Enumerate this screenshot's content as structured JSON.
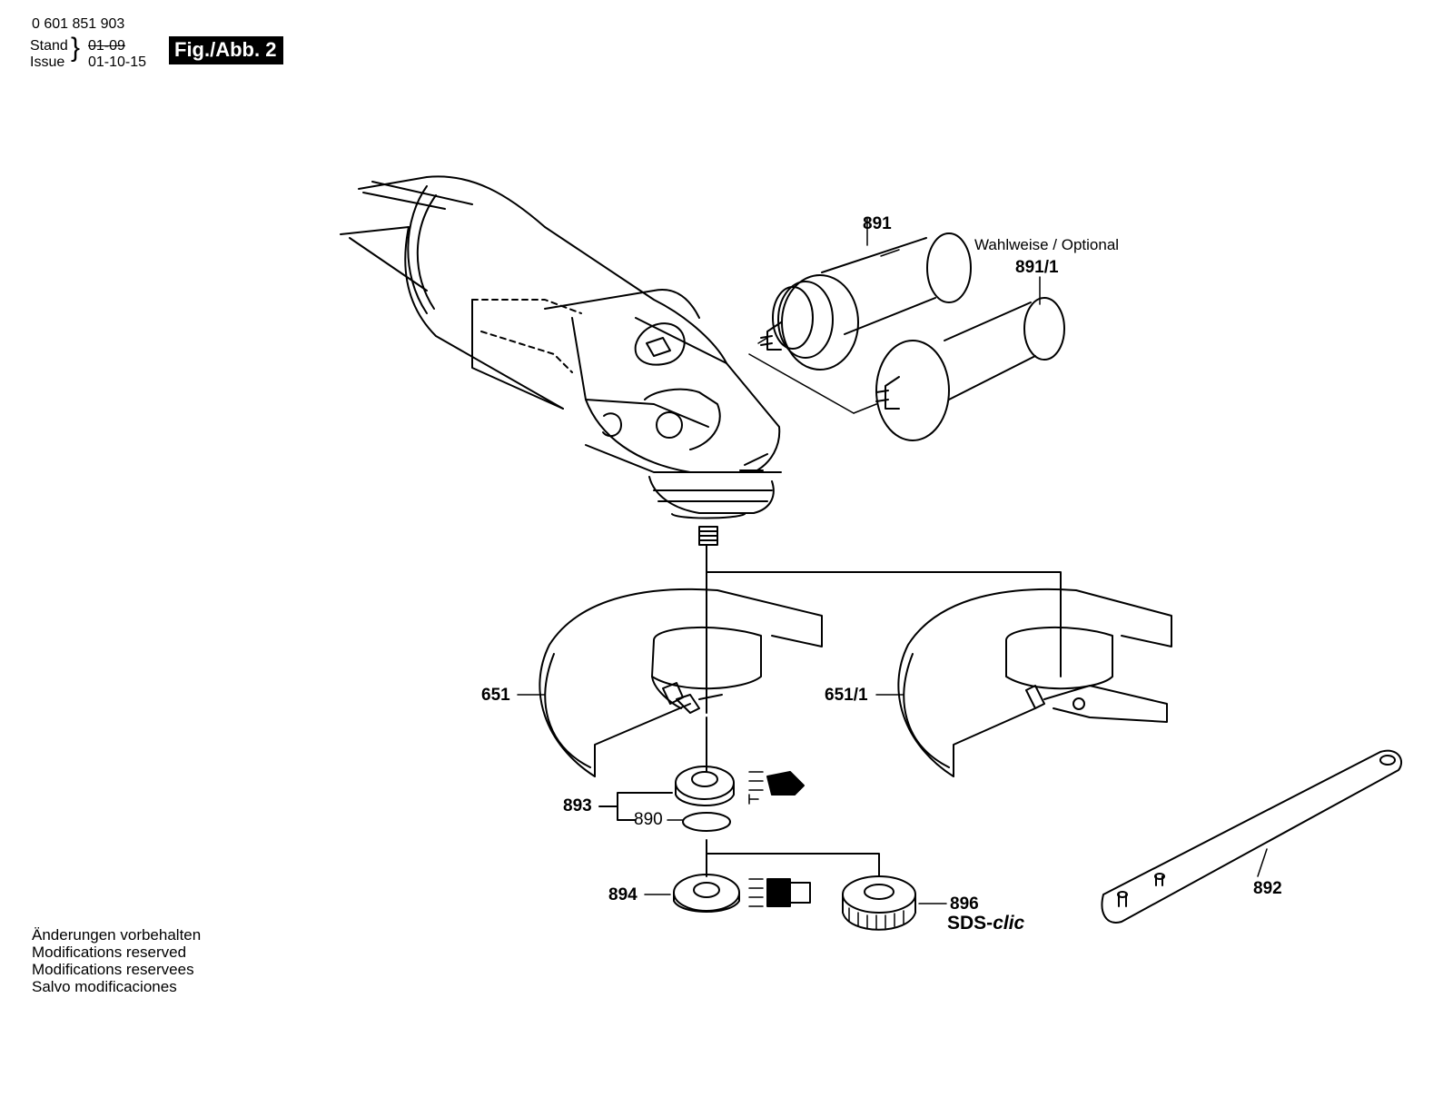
{
  "header": {
    "part_number": "0 601 851 903",
    "stand_label": "Stand",
    "issue_label": "Issue",
    "stand_value_struck": "01-09",
    "issue_date": "01-10-15",
    "figure_label": "Fig./Abb. 2"
  },
  "callouts": {
    "p891": "891",
    "optional_note": "Wahlweise / Optional",
    "p891_1": "891/1",
    "p651": "651",
    "p651_1": "651/1",
    "p893": "893",
    "p890": "890",
    "p894": "894",
    "p896": "896",
    "sds_brand_prefix": "SDS-",
    "sds_brand_suffix": "clic",
    "p892": "892"
  },
  "footer": {
    "lines": [
      "Änderungen vorbehalten",
      "Modifications reserved",
      "Modifications reservees",
      "Salvo modificaciones"
    ]
  },
  "colors": {
    "line": "#000000",
    "background": "#ffffff",
    "badge_bg": "#000000",
    "badge_text": "#ffffff"
  }
}
